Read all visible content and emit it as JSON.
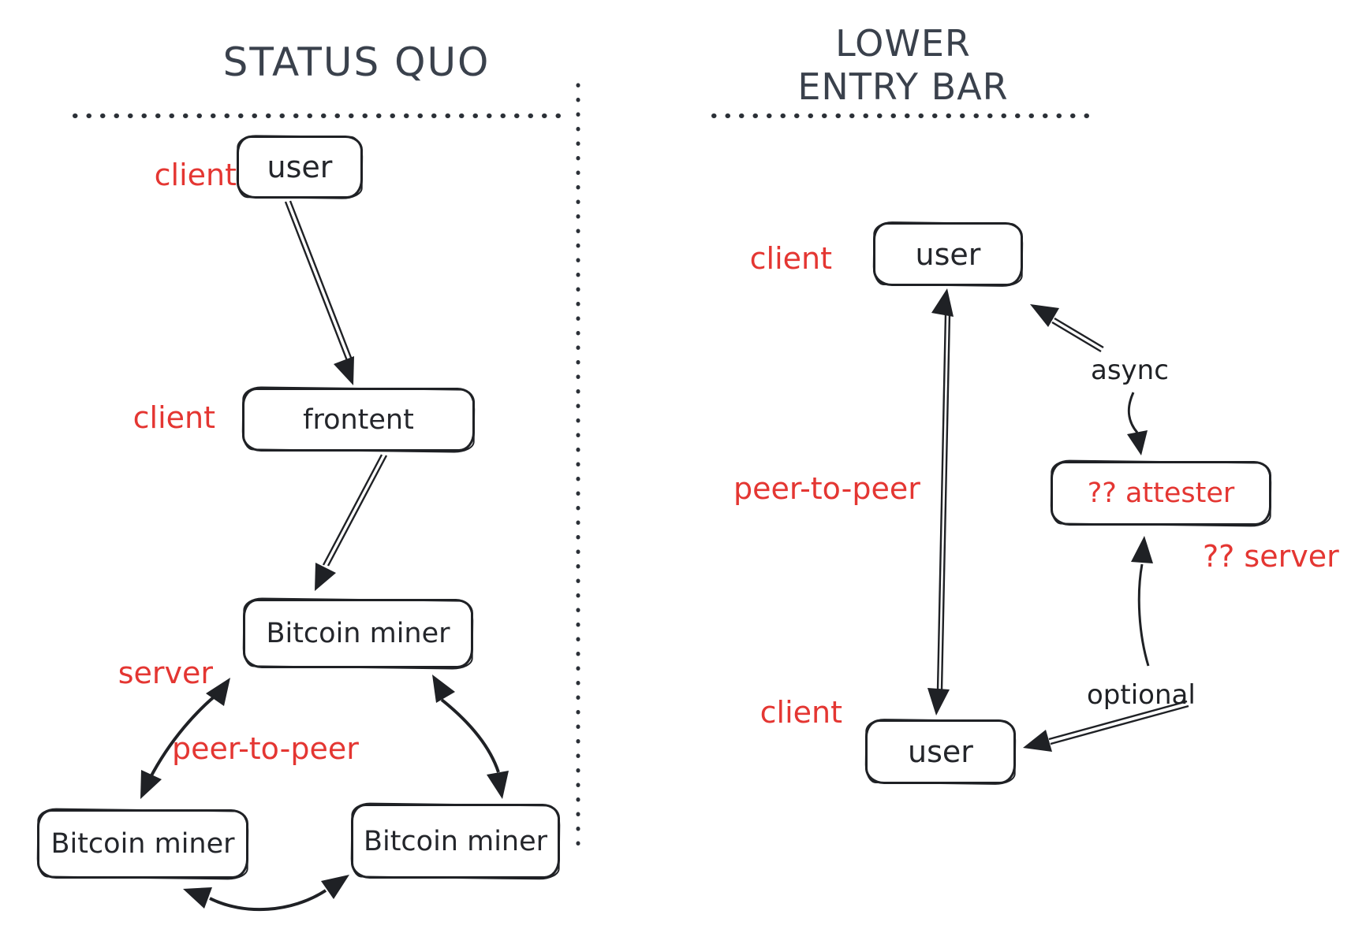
{
  "colors": {
    "red": "#e43632",
    "ink": "#1f2125",
    "title": "#3a414c",
    "background": "#ffffff"
  },
  "left_panel": {
    "title": "STATUS QUO",
    "labels": {
      "client_user": "client",
      "client_frontent": "client",
      "server": "server",
      "peer_to_peer": "peer-to-peer"
    },
    "nodes": {
      "user": "user",
      "frontent": "frontent",
      "miner_top": "Bitcoin miner",
      "miner_bottom_left": "Bitcoin miner",
      "miner_bottom_right": "Bitcoin miner"
    }
  },
  "right_panel": {
    "title_line1": "LOWER",
    "title_line2": "ENTRY BAR",
    "labels": {
      "client_top": "client",
      "client_bottom": "client",
      "peer_to_peer": "peer-to-peer",
      "async": "async",
      "optional": "optional",
      "server": "?? server"
    },
    "nodes": {
      "user_top": "user",
      "user_bottom": "user",
      "attester": "?? attester"
    }
  }
}
